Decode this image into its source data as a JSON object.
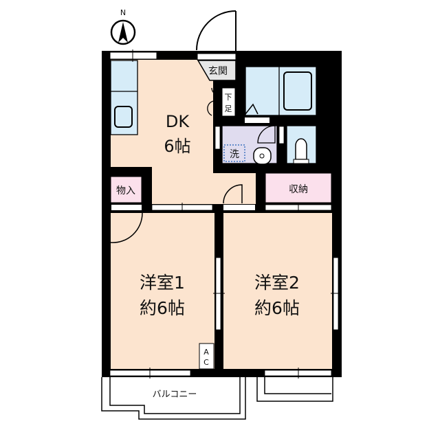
{
  "compass": {
    "label": "N"
  },
  "rooms": {
    "genkan": "玄関",
    "shoe_cabinet": "下足",
    "dk": {
      "line1": "DK",
      "line2": "6帖"
    },
    "washer": "洗",
    "monoire": "物入",
    "shuunou": "収納",
    "room1": {
      "line1": "洋室1",
      "line2": "約6帖"
    },
    "room2": {
      "line1": "洋室2",
      "line2": "約6帖"
    },
    "ac": {
      "line1": "A",
      "line2": "C"
    },
    "balcony": "バルコニー"
  },
  "colors": {
    "wall": "#000000",
    "floor": "#fce4cf",
    "wet_area": "#d6ecf8",
    "washroom": "#e0dcef",
    "storage": "#fbe0ec",
    "genkan": "#e6e6e6"
  }
}
